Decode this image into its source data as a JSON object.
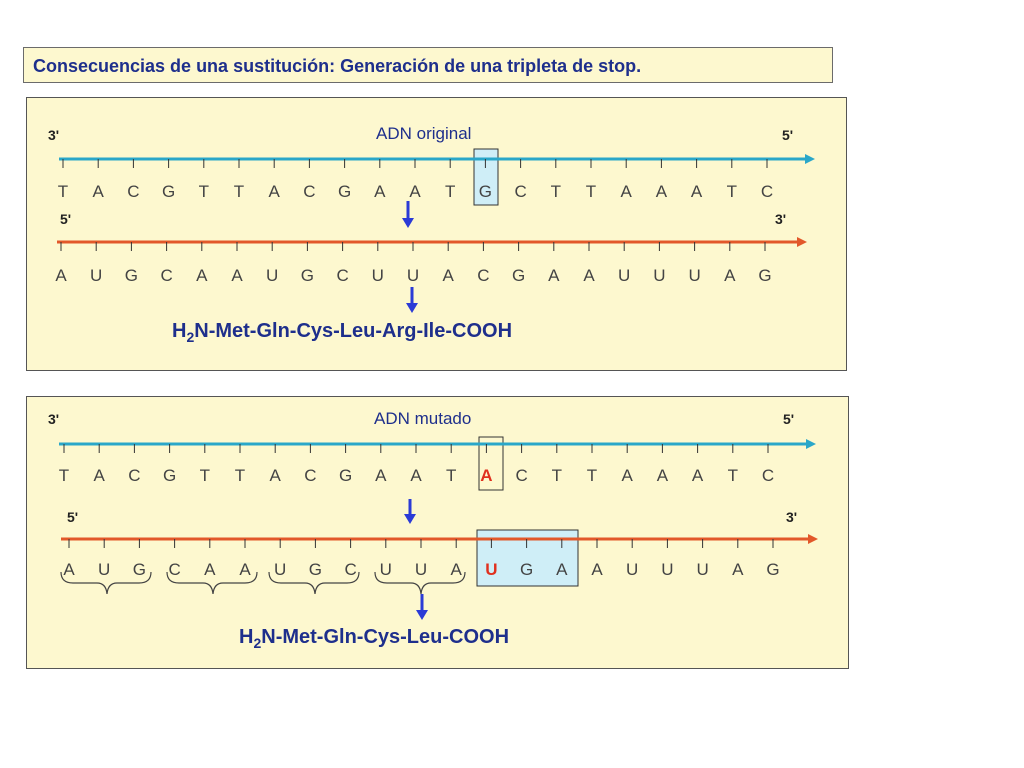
{
  "title": "Consecuencias de una sustitución: Generación de una tripleta de stop.",
  "colors": {
    "dna_strand": "#2aa7c9",
    "rna_strand": "#e2582a",
    "arrow": "#2b3bd6",
    "text_blue": "#1e2f8c",
    "mutation": "#e0301e",
    "highlight": "#cfeef7"
  },
  "panels": [
    {
      "label": "ADN original",
      "dna_left_end": "3'",
      "dna_right_end": "5'",
      "rna_left_end": "5'",
      "rna_right_end": "3'",
      "dna": [
        "T",
        "A",
        "C",
        "G",
        "T",
        "T",
        "A",
        "C",
        "G",
        "A",
        "A",
        "T",
        "G",
        "C",
        "T",
        "T",
        "A",
        "A",
        "A",
        "T",
        "C"
      ],
      "rna": [
        "A",
        "U",
        "G",
        "C",
        "A",
        "A",
        "U",
        "G",
        "C",
        "U",
        "U",
        "A",
        "C",
        "G",
        "A",
        "A",
        "U",
        "U",
        "U",
        "A",
        "G"
      ],
      "protein_prefix": "H",
      "protein_sub": "2",
      "protein_rest": "N-Met-Gln-Cys-Leu-Arg-Ile-COOH"
    },
    {
      "label": "ADN mutado",
      "dna_left_end": "3'",
      "dna_right_end": "5'",
      "rna_left_end": "5'",
      "rna_right_end": "3'",
      "dna": [
        "T",
        "A",
        "C",
        "G",
        "T",
        "T",
        "A",
        "C",
        "G",
        "A",
        "A",
        "T",
        "A",
        "C",
        "T",
        "T",
        "A",
        "A",
        "A",
        "T",
        "C"
      ],
      "rna": [
        "A",
        "U",
        "G",
        "C",
        "A",
        "A",
        "U",
        "G",
        "C",
        "U",
        "U",
        "A",
        "U",
        "G",
        "A",
        "A",
        "U",
        "U",
        "U",
        "A",
        "G"
      ],
      "protein_prefix": "H",
      "protein_sub": "2",
      "protein_rest": "N-Met-Gln-Cys-Leu-COOH"
    }
  ]
}
